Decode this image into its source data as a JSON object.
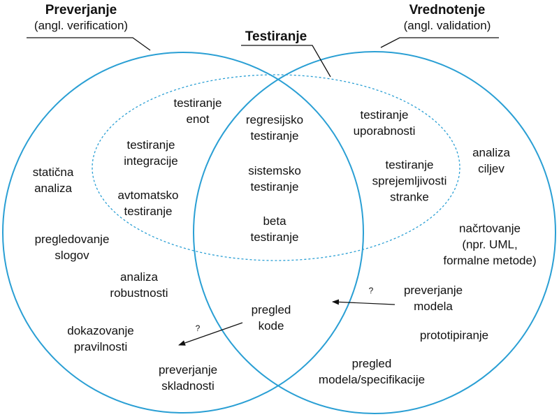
{
  "sets": {
    "verification": {
      "title": "Preverjanje",
      "subtitle": "(angl. verification)"
    },
    "validation": {
      "title": "Vrednotenje",
      "subtitle": "(angl. validation)"
    },
    "testing": {
      "title": "Testiranje"
    }
  },
  "regions": {
    "verification_only": [
      [
        "statična",
        "analiza"
      ],
      [
        "pregledovanje",
        "slogov"
      ],
      [
        "analiza",
        "robustnosti"
      ],
      [
        "dokazovanje",
        "pravilnosti"
      ],
      [
        "preverjanje",
        "skladnosti"
      ]
    ],
    "verification_and_testing": [
      [
        "testiranje",
        "enot"
      ],
      [
        "testiranje",
        "integracije"
      ],
      [
        "avtomatsko",
        "testiranje"
      ]
    ],
    "all_three": [
      [
        "regresijsko",
        "testiranje"
      ],
      [
        "sistemsko",
        "testiranje"
      ],
      [
        "beta",
        "testiranje"
      ]
    ],
    "validation_and_testing": [
      [
        "testiranje",
        "uporabnosti"
      ],
      [
        "testiranje",
        "sprejemljivosti",
        "stranke"
      ]
    ],
    "verification_and_validation": [
      [
        "pregled",
        "kode"
      ]
    ],
    "validation_only": [
      [
        "analiza",
        "ciljev"
      ],
      [
        "načrtovanje",
        "(npr. UML,",
        "formalne metode)"
      ],
      [
        "preverjanje",
        "modela"
      ],
      [
        "prototipiranje"
      ],
      [
        "pregled",
        "modela/specifikacije"
      ]
    ]
  },
  "arrows": [
    {
      "label": "?"
    },
    {
      "label": "?"
    }
  ],
  "colors": {
    "circle_stroke": "#2a9fd4",
    "text": "#111111",
    "leader": "#111111"
  }
}
